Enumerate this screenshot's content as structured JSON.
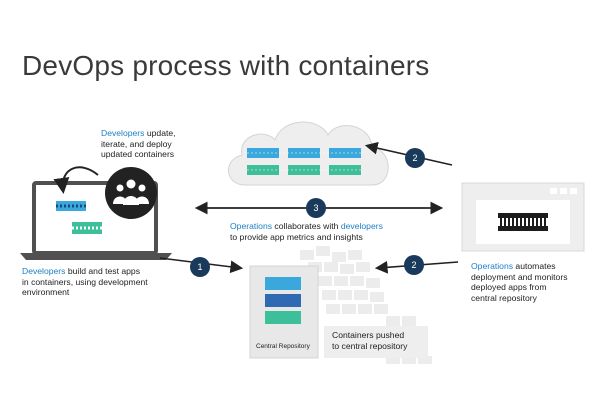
{
  "title": "DevOps process with containers",
  "dev_update": {
    "actor": "Developers",
    "lines": [
      "update,",
      "iterate, and deploy",
      "updated containers"
    ]
  },
  "dev_build": {
    "actor": "Developers",
    "lines": [
      " build and test apps",
      "in containers, using development",
      "environment"
    ]
  },
  "ops_collab": {
    "actor": "Operations",
    "middle": " collaborates with ",
    "actor2": "developers",
    "line2": "to provide app metrics and insights"
  },
  "ops_deploy": {
    "actor": "Operations",
    "lines": [
      " automates",
      "deployment and monitors",
      "deployed apps from",
      "central repository"
    ]
  },
  "repo": {
    "label": "Central Repository",
    "callout_lines": [
      "Containers pushed",
      "to central repository"
    ]
  },
  "steps": [
    "1",
    "2",
    "2",
    "3"
  ],
  "colors": {
    "accent": "#1b7fc4",
    "step_circle": "#1a3a5c",
    "container_blue": "#3aa8dc",
    "container_teal": "#3dbf9a"
  }
}
